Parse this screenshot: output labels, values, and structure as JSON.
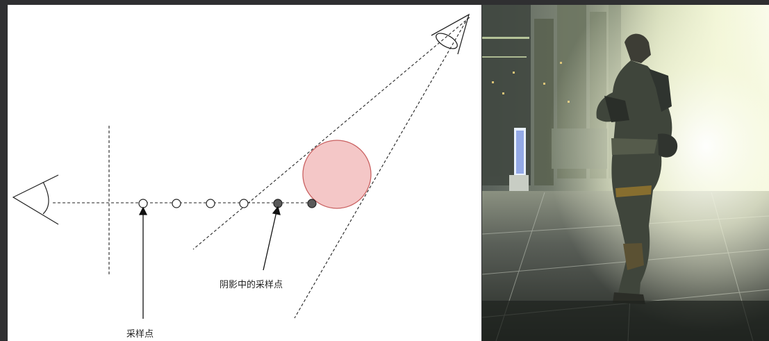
{
  "diagram": {
    "labels": {
      "shadow_sample_point": "阴影中的采样点",
      "sample_point": "采样点"
    },
    "sample_points": [
      {
        "in_shadow": false
      },
      {
        "in_shadow": false
      },
      {
        "in_shadow": false
      },
      {
        "in_shadow": false
      },
      {
        "in_shadow": true
      },
      {
        "in_shadow": true
      }
    ],
    "colors": {
      "occluder_fill": "#f4c7c7",
      "occluder_stroke": "#c96060",
      "shadow_point_fill": "#5a5a5a",
      "line": "#222222"
    }
  },
  "render": {
    "description_icon": "character-render-image",
    "colors": {
      "light_glow": "#f3f6d8",
      "dark_floor": "#232823",
      "city_tint": "#8d9686"
    }
  }
}
